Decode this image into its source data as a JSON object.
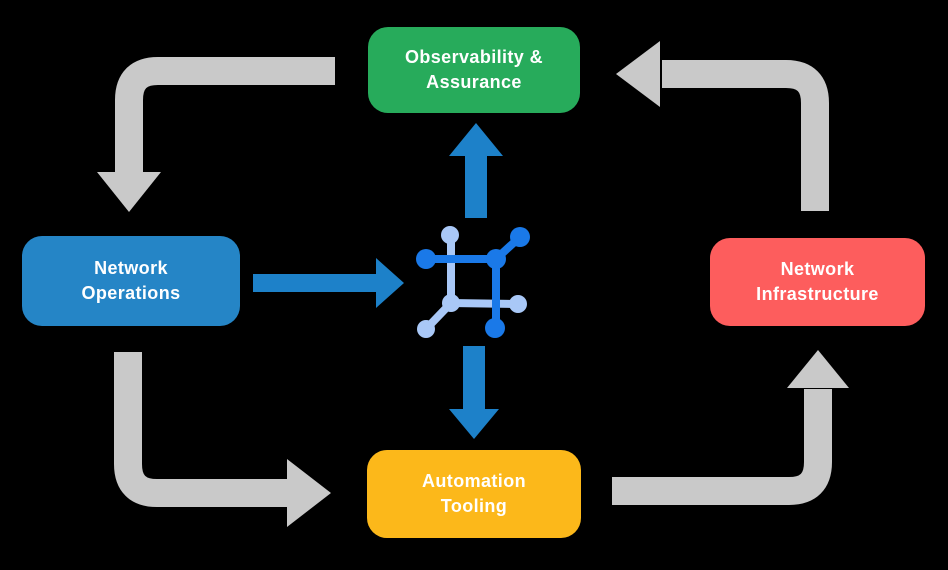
{
  "background": "#000000",
  "colors": {
    "background": "#000000",
    "arrow_gray": "#c9c9c9",
    "arrow_blue": "#1d81c9",
    "icon_blue_bright": "#1a79e8",
    "icon_blue_light": "#a9c8f7",
    "node_green": "#27ab5b",
    "node_blue": "#2585c6",
    "node_red": "#fd5d5d",
    "node_yellow": "#fcb81a",
    "node_text": "#ffffff"
  },
  "nodes": {
    "observability": {
      "line1": "Observability &",
      "line2": "Assurance",
      "color": "#27ab5b"
    },
    "operations": {
      "line1": "Network",
      "line2": "Operations",
      "color": "#2585c6"
    },
    "infrastructure": {
      "line1": "Network",
      "line2": "Infrastructure",
      "color": "#fd5d5d"
    },
    "automation": {
      "line1": "Automation",
      "line2": "Tooling",
      "color": "#fcb81a"
    }
  },
  "center_icon": {
    "name": "network-grid-icon"
  },
  "flows": [
    {
      "from": "Observability & Assurance",
      "to": "Network Operations",
      "style": "gray-curved"
    },
    {
      "from": "Network Operations",
      "to": "Automation Tooling",
      "style": "gray-curved"
    },
    {
      "from": "Automation Tooling",
      "to": "Network Infrastructure",
      "style": "gray-curved"
    },
    {
      "from": "Network Infrastructure",
      "to": "Observability & Assurance",
      "style": "gray-curved"
    },
    {
      "from": "Network Operations",
      "to": "network-grid-icon",
      "style": "blue-straight"
    },
    {
      "from": "network-grid-icon",
      "to": "Observability & Assurance",
      "style": "blue-straight"
    },
    {
      "from": "network-grid-icon",
      "to": "Automation Tooling",
      "style": "blue-straight"
    }
  ]
}
